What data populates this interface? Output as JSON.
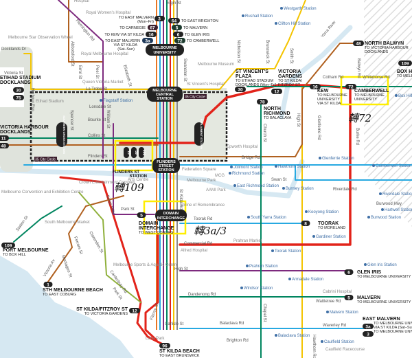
{
  "colors": {
    "water": "#d6e8f2",
    "land_grey": "#dfe3dc",
    "red_route": "#e2231a",
    "highlight_box": "#ffee00",
    "station_blue": "#3f6fa6",
    "badge": "#222222"
  },
  "trunk_colors": [
    "#e87722",
    "#27a9e1",
    "#7d2a7e",
    "#00855f",
    "#e2231a",
    "#f4c400",
    "#8a8a8a"
  ],
  "top_routes": {
    "r3": {
      "badge": "3",
      "text": "TO EAST MALVERN",
      "sub": "(Mon–Fri)"
    },
    "r67": {
      "badge": "67",
      "text": "TO CARNEGIE"
    },
    "r16": {
      "badge": "16",
      "text": "TO KEW VIA ST KILDA"
    },
    "r3a": {
      "badge": "3a",
      "text": "TO EAST MALVERN",
      "sub1": "VIA ST KILDA",
      "sub2": "(Sat–Sun)"
    },
    "r64": {
      "badge": "64",
      "text": "TO EAST BRIGHTON"
    },
    "r5": {
      "badge": "5",
      "text": "TO MALVERN"
    },
    "r6": {
      "badge": "6",
      "text": "TO GLEN IRIS"
    },
    "r72": {
      "badge": "72",
      "text": "TO CAMBERWELL"
    }
  },
  "hubs": {
    "melb_uni": [
      "MELBOURNE",
      "UNIVERSITY"
    ],
    "melb_central": [
      "MELBOURNE",
      "CENTRAL",
      "STATION"
    ],
    "flinders_street": [
      "FLINDERS",
      "STREET",
      "STATION"
    ],
    "southern_cross": "SOUTHERN CROSS STATION",
    "parliament": "PARLIAMENT STATION",
    "domain": [
      "DOMAIN",
      "INTERCHANGE"
    ]
  },
  "termini": [
    {
      "badge": "30",
      "name": "ST VINCENT'S",
      "name2": "PLAZA",
      "to": "TO ETIHAD STADIUM",
      "to2": "DOCKLANDS (Mon–Fri)"
    },
    {
      "badge": "12",
      "name": "VICTORIA",
      "name2": "GARDENS",
      "to": "TO ST KILDA/",
      "to2": "FITZROY ST"
    },
    {
      "badge": "78",
      "name": "NORTH",
      "name2": "RICHMOND",
      "to": "TO BALACLAVA"
    },
    {
      "badge": "48",
      "name": "NORTH BALWYN",
      "to": "TO VICTORIA HARBOUR",
      "to2": "DOCKLANDS"
    },
    {
      "badge": "16",
      "name": "KEW",
      "to": "TO MELBOURNE",
      "to2": "UNIVERSITY",
      "to3": "VIA ST KILDA"
    },
    {
      "badge": "72",
      "name": "CAMBERWELL",
      "to": "TO MELBOURNE",
      "to2": "UNIVERSITY"
    },
    {
      "badge": "109",
      "name": "BOX HILL",
      "to": "TO MELBOURNE"
    },
    {
      "badge": "8",
      "name": "TOORAK",
      "to": "TO MORELAND"
    },
    {
      "badge": "6",
      "name": "GLEN IRIS",
      "to": "TO MELBOURNE UNIVERSITY"
    },
    {
      "badge": "5",
      "name": "MALVERN",
      "to": "TO MELBOURNE UNIVERSITY"
    },
    {
      "badge": "3a",
      "badge2": "3",
      "name": "EAST MALVERN",
      "to": "TO MELBOURNE UNIVERSITY",
      "to2": "VIA ST KILDA (Sat–Sun)",
      "to3": "TO MELBOURNE UNIVERSITY"
    },
    {
      "badge": "109",
      "name": "PORT MELBOURNE",
      "to": "TO BOX HILL"
    },
    {
      "badge": "1",
      "name": "STH MELBOURNE BEACH",
      "to": "TO EAST COBURG"
    },
    {
      "badge": "12",
      "name": "ST KILDA/FITZROY ST",
      "to": "TO VICTORIA GARDENS"
    },
    {
      "badge": "96",
      "name": "ST KILDA BEACH",
      "to": "TO EAST BRUNSWICK"
    },
    {
      "badge": "5",
      "name": "DOMAIN",
      "name2": "INTERCHANGE",
      "to": "TO WEST COBURG"
    },
    {
      "badge": "30",
      "badge2": "75",
      "name": "ETIHAD STADIUM",
      "name2": "DOCKLANDS"
    },
    {
      "badge": "11",
      "badge2": "48",
      "name": "VICTORIA HARBOUR",
      "name2": "DOCKLANDS"
    }
  ],
  "flinders_st_stop": {
    "name": "FLINDERS ST",
    "name2": "STATION",
    "badges": [
      "19",
      "59",
      "109"
    ]
  },
  "city_circle": "35 City Circle",
  "streets": [
    "Elgin St",
    "La Trobe St",
    "Lonsdale St",
    "Bourke St",
    "Collins St",
    "Flinders St",
    "Spencer St",
    "Harbour Esp",
    "Docklands Dr",
    "Victoria St",
    "William St",
    "Elizabeth St",
    "Flemington Rd",
    "Abbotsford St",
    "Errol St",
    "Peel St",
    "Nicholson St",
    "Brunswick St",
    "Smith St",
    "Yarra River",
    "High St",
    "Cotham Rd",
    "Whitehorse Rd",
    "Balwyn Rd",
    "Glenferrie Rd",
    "Burke Rd",
    "Bridge Rd",
    "Church St",
    "Swan St",
    "Riverdale Rd",
    "Burwood Hwy",
    "Toorak Rd",
    "Park St",
    "Kings Way",
    "St Kilda Rd",
    "Commercial Rd",
    "High St",
    "Dandenong Rd",
    "Chapel St",
    "Wattletree Rd",
    "Waverley Rd",
    "Hawthorn Rd",
    "Balaclava Rd",
    "Brighton Rd",
    "Carlisle St",
    "Fitzroy St",
    "Canterbury Rd",
    "Park St",
    "Clarendon St",
    "Ferrars St",
    "Montague St",
    "Victoria Av",
    "Station St",
    "Swanston St"
  ],
  "places": [
    "Hospital",
    "Royal Women's Hospital",
    "Royal Melbourne Hospital",
    "Melbourne Star Observation Wheel",
    "Queen Victoria Market",
    "Melbourne Museum",
    "St Vincent's Hospital",
    "Etihad Stadium",
    "Epworth Hospital",
    "Federation Square",
    "MCG",
    "Melbourne Park",
    "AAMI Park",
    "Arts Centre",
    "Shrine of Remembrance",
    "Crown Entertainment Complex",
    "Melbourne Convention and Exhibition Centre",
    "South Melbourne Market",
    "Prahran Market",
    "Alfred Hospital",
    "Melbourne Sports & Aquatic Centre",
    "Cabrini Hospital",
    "Caulfield Racecourse",
    "Luna Park"
  ],
  "stations": [
    "Rushall Station",
    "Westgarth Station",
    "Clifton Hill Station",
    "Flagstaff Station",
    "Jolimont Station",
    "Richmond Station",
    "East Richmond Station",
    "Burnley Station",
    "Hawthorn Station",
    "Glenferrie Station",
    "Camberwell Station",
    "Riverdale Station",
    "Hartwell Station",
    "Burwood Station",
    "Kooyong Station",
    "Gardiner Station",
    "South Yarra Station",
    "Toorak Station",
    "Prahran Station",
    "Armadale Station",
    "Windsor Station",
    "Glen Iris Station",
    "Malvern Station",
    "Caulfield Station",
    "Balaclava Station",
    "Box Hill Station"
  ],
  "annotations": [
    "轉109",
    "轉3a/3",
    "轉72"
  ]
}
